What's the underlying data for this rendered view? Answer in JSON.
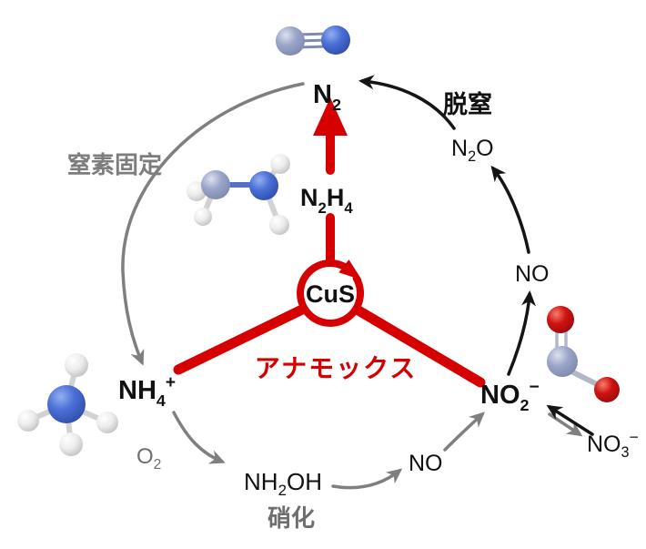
{
  "colors": {
    "accent_red": "#d60000",
    "text_black": "#111111",
    "arrow_gray": "#7f7f7f",
    "gray_label": "#6e6e6e",
    "fixation_gray": "#7d7d7d"
  },
  "center": {
    "catalyst_label": "CuS",
    "process_label": "アナモックス"
  },
  "pathway_labels": {
    "denitrification": "脱窒",
    "nitrification": "硝化",
    "nitrogen_fixation": "窒素固定"
  },
  "species": {
    "n2": {
      "t1": "N",
      "t2": "2"
    },
    "n2h4": {
      "t1": "N",
      "t2": "2",
      "t3": "H",
      "t4": "4"
    },
    "nh4": {
      "t1": "NH",
      "t2": "4",
      "t3": "+"
    },
    "no2": {
      "t1": "NO",
      "t2": "2",
      "t3": "−"
    },
    "no3": {
      "t1": "NO",
      "t2": "3",
      "t3": "−"
    },
    "n2o": {
      "t1": "N",
      "t2": "2",
      "t3": "O"
    },
    "nh2oh": {
      "t1": "NH",
      "t2": "2",
      "t3": "OH"
    },
    "o2": {
      "t1": "O",
      "t2": "2"
    },
    "no_right": "NO",
    "no_bottom": "NO"
  },
  "molecules": {
    "top": "dinitrogen-n2",
    "middle_left": "hydrazine-n2h4",
    "bottom_left": "ammonium-nh4",
    "right": "nitrogen-dioxide-no2"
  }
}
